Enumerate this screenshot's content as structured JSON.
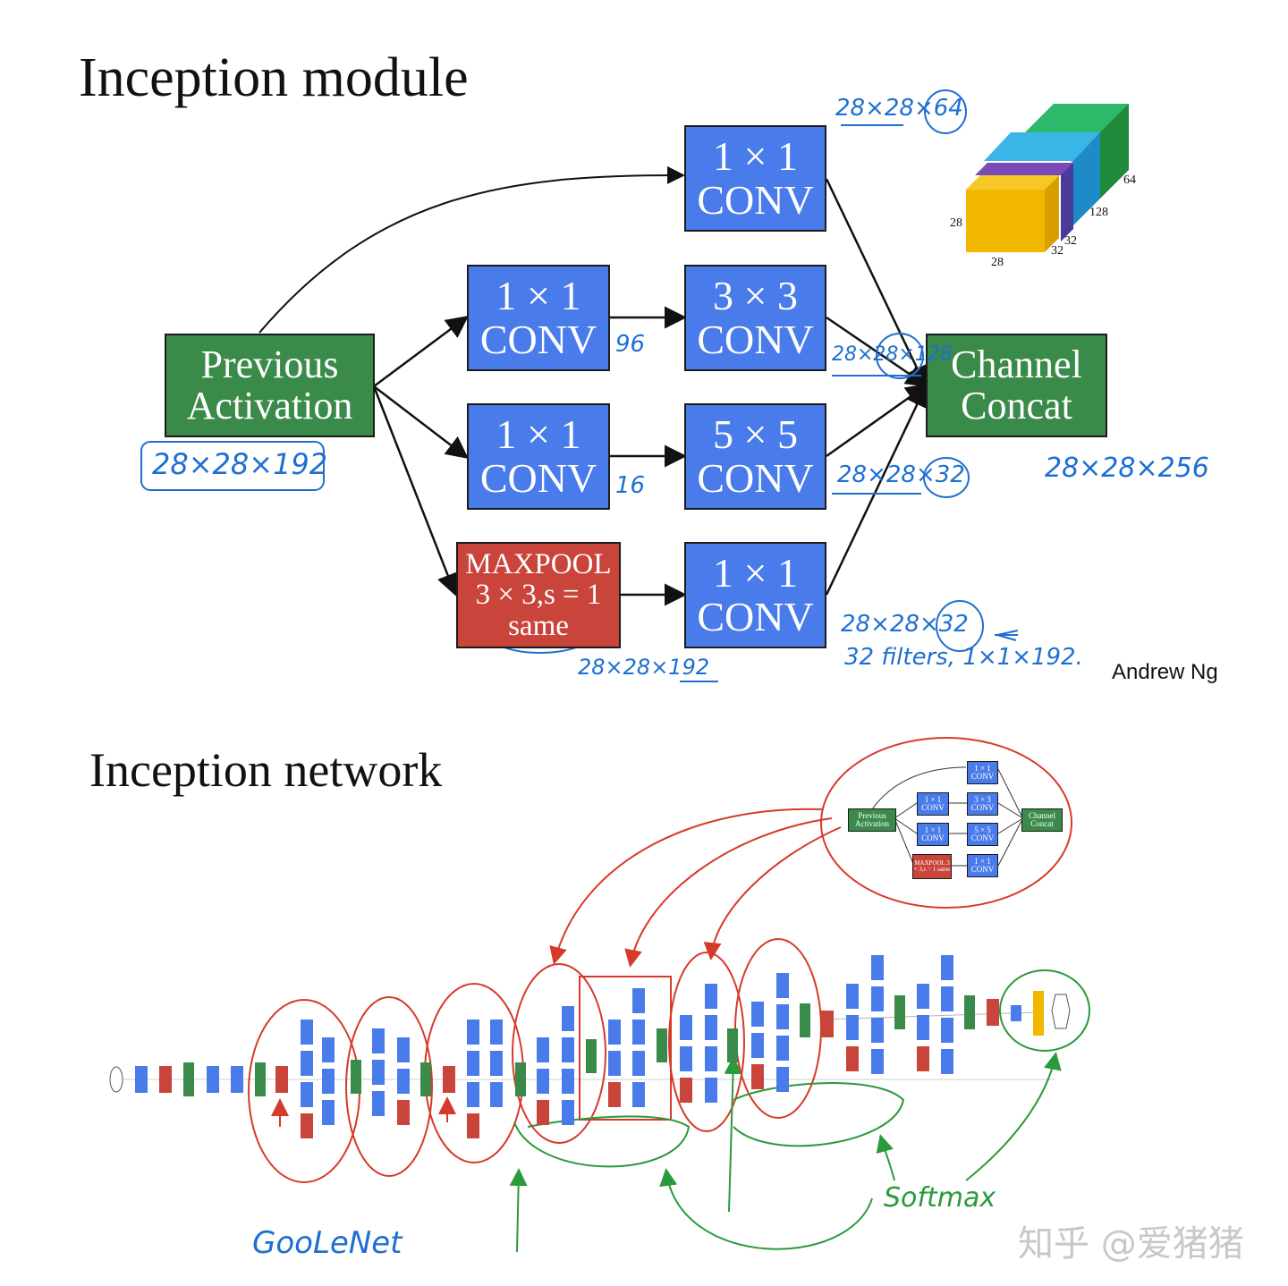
{
  "module": {
    "title": "Inception module",
    "boxes": {
      "prev_line1": "Previous",
      "prev_line2": "Activation",
      "conv1_top_l1": "1 × 1",
      "conv1_top_l2": "CONV",
      "conv1_a_l1": "1 × 1",
      "conv1_a_l2": "CONV",
      "conv3_l1": "3 × 3",
      "conv3_l2": "CONV",
      "conv1_b_l1": "1 × 1",
      "conv1_b_l2": "CONV",
      "conv5_l1": "5 × 5",
      "conv5_l2": "CONV",
      "maxpool_l1": "MAXPOOL",
      "maxpool_l2": "3 × 3,s = 1",
      "maxpool_l3": "same",
      "conv1_c_l1": "1 × 1",
      "conv1_c_l2": "CONV",
      "concat_l1": "Channel",
      "concat_l2": "Concat"
    },
    "annotations": {
      "input_dim": "28×28×192",
      "out64": "28×28×64",
      "out128": "28×28×128",
      "out32a": "28×28×32",
      "out32b": "28×28×32",
      "out_concat": "28×28×256",
      "n96": "96",
      "n16": "16",
      "pool_dim": "28×28×192",
      "filters_note": "32 filters, 1×1×192."
    },
    "cube_labels": [
      "28",
      "28",
      "32",
      "32",
      "128",
      "64"
    ],
    "colors": {
      "conv": "#4a7bea",
      "activation": "#3a8a4a",
      "pool": "#c9443a",
      "ink_blue": "#1e6fd0",
      "ink_red": "#d63a2a",
      "ink_green": "#2a9a3a"
    },
    "credit": "Andrew Ng"
  },
  "network": {
    "title": "Inception network",
    "handwritten_name": "GooLeNet",
    "softmax_label": "Softmax",
    "inset": {
      "prev": "Previous Activation",
      "c1": "1 × 1 CONV",
      "c2": "1 × 1 CONV",
      "c3": "3 × 3 CONV",
      "c4": "1 × 1 CONV",
      "c5": "5 × 5 CONV",
      "mp": "MAXPOOL 3 × 3,s = 1 same",
      "c6": "1 × 1 CONV",
      "concat": "Channel Concat"
    }
  },
  "watermark": "知乎 @爱猪猪"
}
